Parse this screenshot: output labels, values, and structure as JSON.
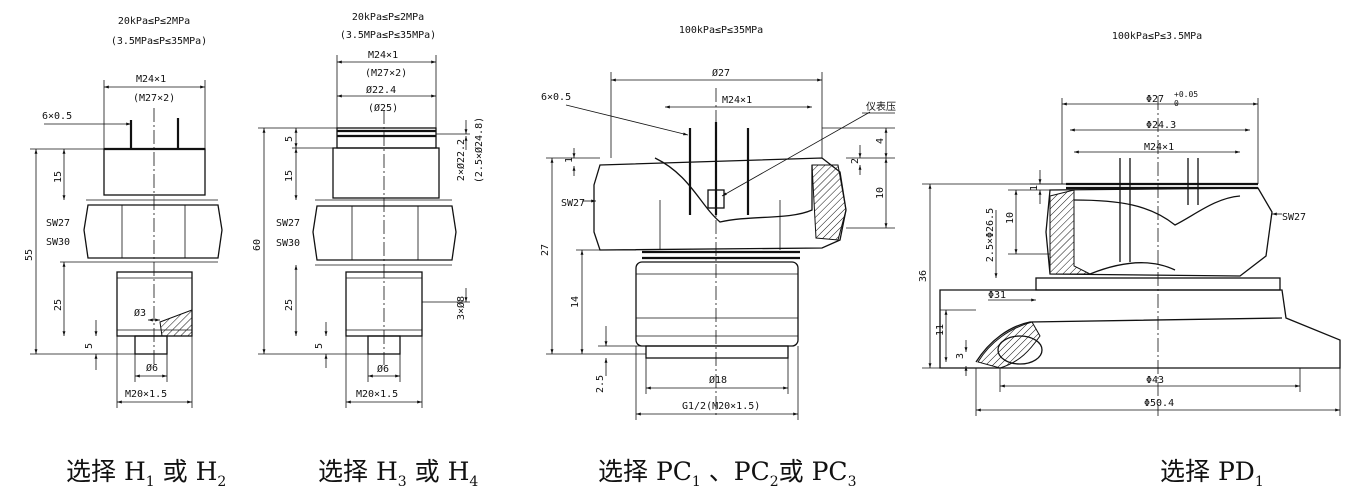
{
  "drawings": [
    {
      "id": "h1-h2",
      "range": [
        "20kPa≤P≤2MPa",
        "(3.5MPa≤P≤35MPa)"
      ],
      "dims": {
        "thread_top": "M24×1",
        "thread_top_alt": "(M27×2)",
        "pins": "6×0.5",
        "h15": "15",
        "h55": "55",
        "h25": "25",
        "h5": "5",
        "sw1": "SW27",
        "sw2": "SW30",
        "d3": "Ø3",
        "d6": "Ø6",
        "thread_bottom": "M20×1.5"
      },
      "caption": {
        "prefix": "选择 H",
        "s1": "1",
        "mid": "或 H",
        "s2": "2"
      }
    },
    {
      "id": "h3-h4",
      "range": [
        "20kPa≤P≤2MPa",
        "(3.5MPa≤P≤35MPa)"
      ],
      "dims": {
        "thread_top": "M24×1",
        "thread_top_alt": "(M27×2)",
        "dia": "Ø22.4",
        "dia_alt": "(Ø25)",
        "h5a": "5",
        "h15": "15",
        "h60": "60",
        "h25": "25",
        "h5b": "5",
        "sw1": "SW27",
        "sw2": "SW30",
        "oring_top": "2×Ø22.2",
        "oring_top_alt": "(2.5×Ø24.8)",
        "oring_bottom": "3×Ø8",
        "d6": "Ø6",
        "thread_bottom": "M20×1.5"
      },
      "caption": {
        "prefix": "选择 H",
        "s1": "3",
        "mid": "或 H",
        "s2": "4"
      }
    },
    {
      "id": "pc",
      "range": [
        "100kPa≤P≤35MPa"
      ],
      "dims": {
        "d27": "Ø27",
        "thread": "M24×1",
        "pins": "6×0.5",
        "label_port": "仪表压",
        "h1": "1",
        "h4": "4",
        "h2": "2",
        "h10": "10",
        "sw": "SW27",
        "h27": "27",
        "h14": "14",
        "h2_5": "2.5",
        "d18": "Ø18",
        "thread_bottom": "G1/2(M20×1.5)"
      },
      "caption": {
        "prefix": "选择 PC",
        "s1": "1",
        "mid1": " 、PC",
        "s2": "2",
        "mid2": "或 PC",
        "s3": "3"
      }
    },
    {
      "id": "pd1",
      "range": [
        "100kPa≤P≤3.5MPa"
      ],
      "dims": {
        "d27": "Φ27",
        "d27_tol": "+0.05",
        "d27_tol2": "0",
        "d24_3": "Φ24.3",
        "thread": "M24×1",
        "h1": "1",
        "h10": "10",
        "oring": "2.5×Φ26.5",
        "sw": "SW27",
        "h36": "36",
        "d31": "Φ31",
        "h11": "11",
        "h3": "3",
        "d43": "Φ43",
        "d50_4": "Φ50.4"
      },
      "caption": {
        "prefix": "选择 PD",
        "s1": "1"
      }
    }
  ]
}
